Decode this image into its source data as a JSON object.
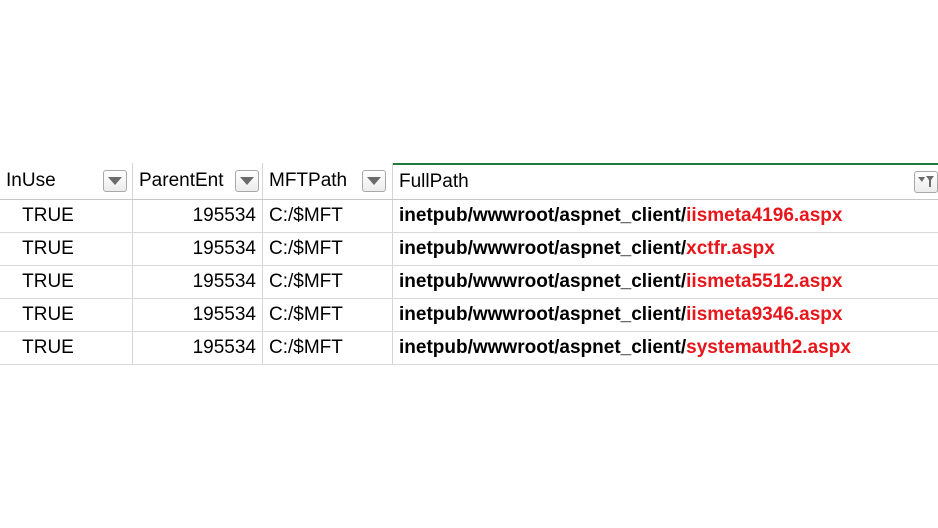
{
  "columns": [
    {
      "label": "InUse"
    },
    {
      "label": "ParentEnt"
    },
    {
      "label": "MFTPath"
    },
    {
      "label": "FullPath"
    }
  ],
  "rows": [
    {
      "in_use": "TRUE",
      "parent_entry": "195534",
      "mft_path": "C:/$MFT",
      "path_prefix": "inetpub/wwwroot/aspnet_client/",
      "file_name": "iismeta4196.aspx"
    },
    {
      "in_use": "TRUE",
      "parent_entry": "195534",
      "mft_path": "C:/$MFT",
      "path_prefix": "inetpub/wwwroot/aspnet_client/",
      "file_name": "xctfr.aspx"
    },
    {
      "in_use": "TRUE",
      "parent_entry": "195534",
      "mft_path": "C:/$MFT",
      "path_prefix": "inetpub/wwwroot/aspnet_client/",
      "file_name": "iismeta5512.aspx"
    },
    {
      "in_use": "TRUE",
      "parent_entry": "195534",
      "mft_path": "C:/$MFT",
      "path_prefix": "inetpub/wwwroot/aspnet_client/",
      "file_name": "iismeta9346.aspx"
    },
    {
      "in_use": "TRUE",
      "parent_entry": "195534",
      "mft_path": "C:/$MFT",
      "path_prefix": "inetpub/wwwroot/aspnet_client/",
      "file_name": "systemauth2.aspx"
    }
  ],
  "colors": {
    "highlight_text": "#e8161b",
    "active_column_border": "#1f7a3d"
  },
  "icons": {
    "column_filter": "dropdown-arrow-icon",
    "active_filter": "filter-funnel-icon"
  }
}
